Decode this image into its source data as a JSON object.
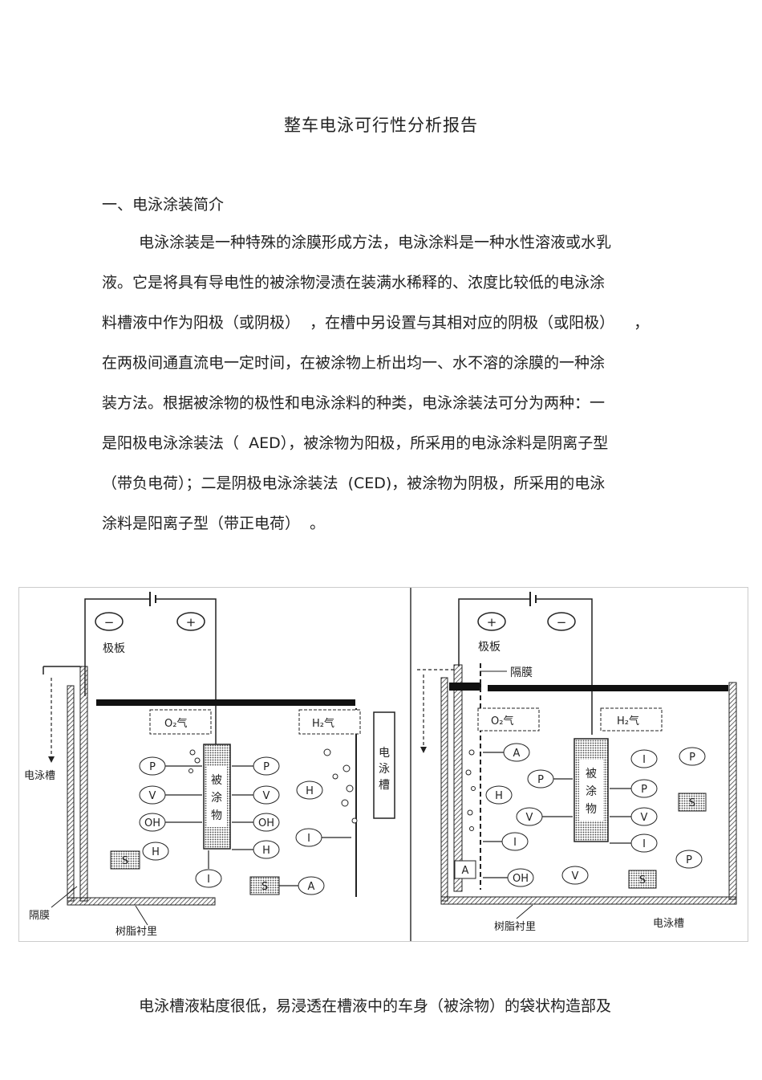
{
  "title": "整车电泳可行性分析报告",
  "section1": {
    "heading": "一、电泳涂装简介"
  },
  "paragraph1": [
    "电泳涂装是一种特殊的涂膜形成方法，电泳涂料是一种水性溶液或水乳",
    "液。它是将具有导电性的被涂物浸渍在装满水稀释的、浓度比较低的电泳涂",
    "料槽液中作为阳极（或阴极）  ，在槽中另设置与其相对应的阴极（或阳极）    ，",
    "在两极间通直流电一定时间，在被涂物上析出均一、水不溶的涂膜的一种涂",
    "装方法。根据被涂物的极性和电泳涂料的种类，电泳涂装法可分为两种：一",
    "是阳极电泳涂装法（  AED），被涂物为阳极，所采用的电泳涂料是阴离子型",
    "（带负电荷）；二是阴极电泳涂装法  (CED)，被涂物为阴极，所采用的电泳",
    "涂料是阳离子型（带正电荷）  。"
  ],
  "figure": {
    "left": {
      "electrode_label": "极板",
      "minus": "−",
      "plus": "+",
      "o2": "O₂气",
      "h2": "H₂气",
      "workpiece": [
        "被",
        "涂",
        "物"
      ],
      "tank_label": "电泳槽",
      "tank_box": [
        "电",
        "泳",
        "槽"
      ],
      "membrane": "隔膜",
      "lining": "树脂衬里",
      "ions": [
        "P",
        "V",
        "OH",
        "H",
        "I",
        "S",
        "A"
      ]
    },
    "right": {
      "electrode_label": "极板",
      "plus": "+",
      "minus": "−",
      "membrane": "隔膜",
      "o2": "O₂气",
      "h2": "H₂气",
      "workpiece": [
        "被",
        "涂",
        "物"
      ],
      "lining": "树脂衬里",
      "tank_label": "电泳槽",
      "ions": [
        "A",
        "P",
        "H",
        "V",
        "I",
        "OH",
        "S"
      ]
    }
  },
  "paragraph2": "电泳槽液粘度很低，易浸透在槽液中的车身（被涂物）的袋状构造部及"
}
